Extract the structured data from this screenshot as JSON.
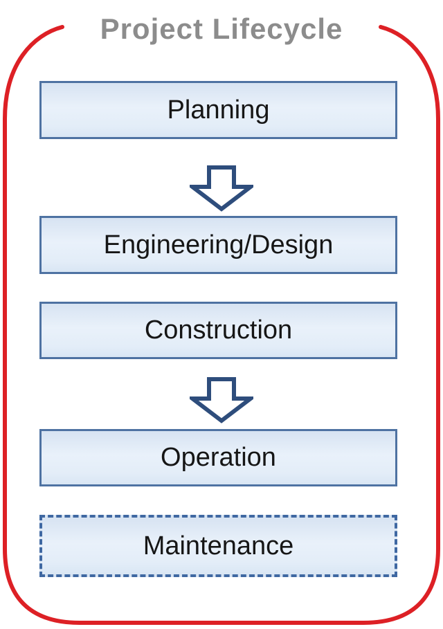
{
  "diagram": {
    "title": "Project Lifecycle",
    "type": "vertical-flow",
    "steps": [
      {
        "id": "planning",
        "label": "Planning",
        "border_style": "solid"
      },
      {
        "id": "engineering-design",
        "label": "Engineering/Design",
        "border_style": "solid"
      },
      {
        "id": "construction",
        "label": "Construction",
        "border_style": "solid"
      },
      {
        "id": "operation",
        "label": "Operation",
        "border_style": "solid"
      },
      {
        "id": "maintenance",
        "label": "Maintenance",
        "border_style": "dashed"
      }
    ],
    "connectors": [
      {
        "from": "Planning",
        "to": "Engineering/Design",
        "type": "block-arrow-down"
      },
      {
        "from": "Construction",
        "to": "Operation",
        "type": "block-arrow-down"
      }
    ],
    "colors": {
      "loop_border_red": "#dd2025",
      "box_fill_light_blue": "#e3edf8",
      "box_border_blue": "#4e72a2",
      "dashed_border_blue": "#3f68a2",
      "arrow_outline_navy": "#2e4d7c",
      "arrow_fill_white": "#ffffff",
      "title_gray": "#8c8c8c",
      "box_text_black": "#161616"
    }
  }
}
